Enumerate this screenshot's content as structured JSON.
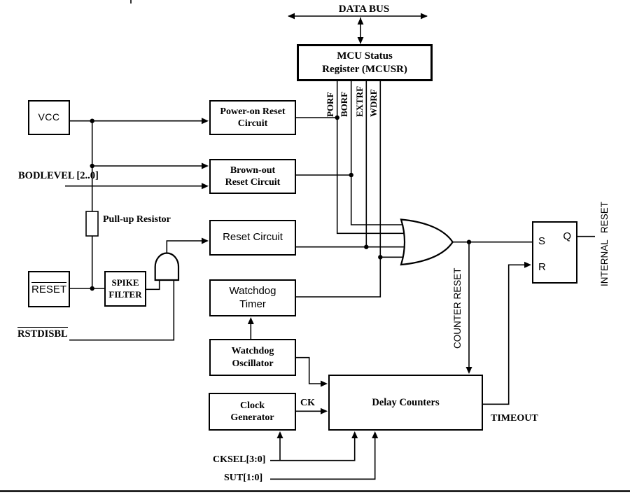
{
  "colors": {
    "ink": "#000000",
    "paper": "#ffffff"
  },
  "bus": {
    "label": "DATA BUS"
  },
  "mcusr": {
    "line1": "MCU Status",
    "line2": "Register (MCUSR)"
  },
  "flags": [
    "PORF",
    "BORF",
    "EXTRF",
    "WDRF"
  ],
  "blocks": {
    "vcc": "VCC",
    "power_on": {
      "line1": "Power-on Reset",
      "line2": "Circuit"
    },
    "brown_out": {
      "line1": "Brown-out",
      "line2": "Reset Circuit"
    },
    "reset_circuit": "Reset Circuit",
    "watchdog_timer": {
      "line1": "Watchdog",
      "line2": "Timer"
    },
    "reset_pin": "RESET",
    "spike_filter": {
      "line1": "SPIKE",
      "line2": "FILTER"
    },
    "watchdog_osc": {
      "line1": "Watchdog",
      "line2": "Oscillator"
    },
    "clock_gen": {
      "line1": "Clock",
      "line2": "Generator"
    },
    "delay_counters": "Delay Counters",
    "flip_flop": {
      "s": "S",
      "r": "R",
      "q": "Q"
    }
  },
  "signals": {
    "bodlevel": "BODLEVEL [2..0]",
    "pull_up": "Pull-up Resistor",
    "rstdisbl": "RSTDISBL",
    "counter_reset": "COUNTER RESET",
    "internal_reset": "INTERNAL RESET",
    "timeout": "TIMEOUT",
    "ck": "CK",
    "cksel": "CKSEL[3:0]",
    "sut": "SUT[1:0]"
  }
}
